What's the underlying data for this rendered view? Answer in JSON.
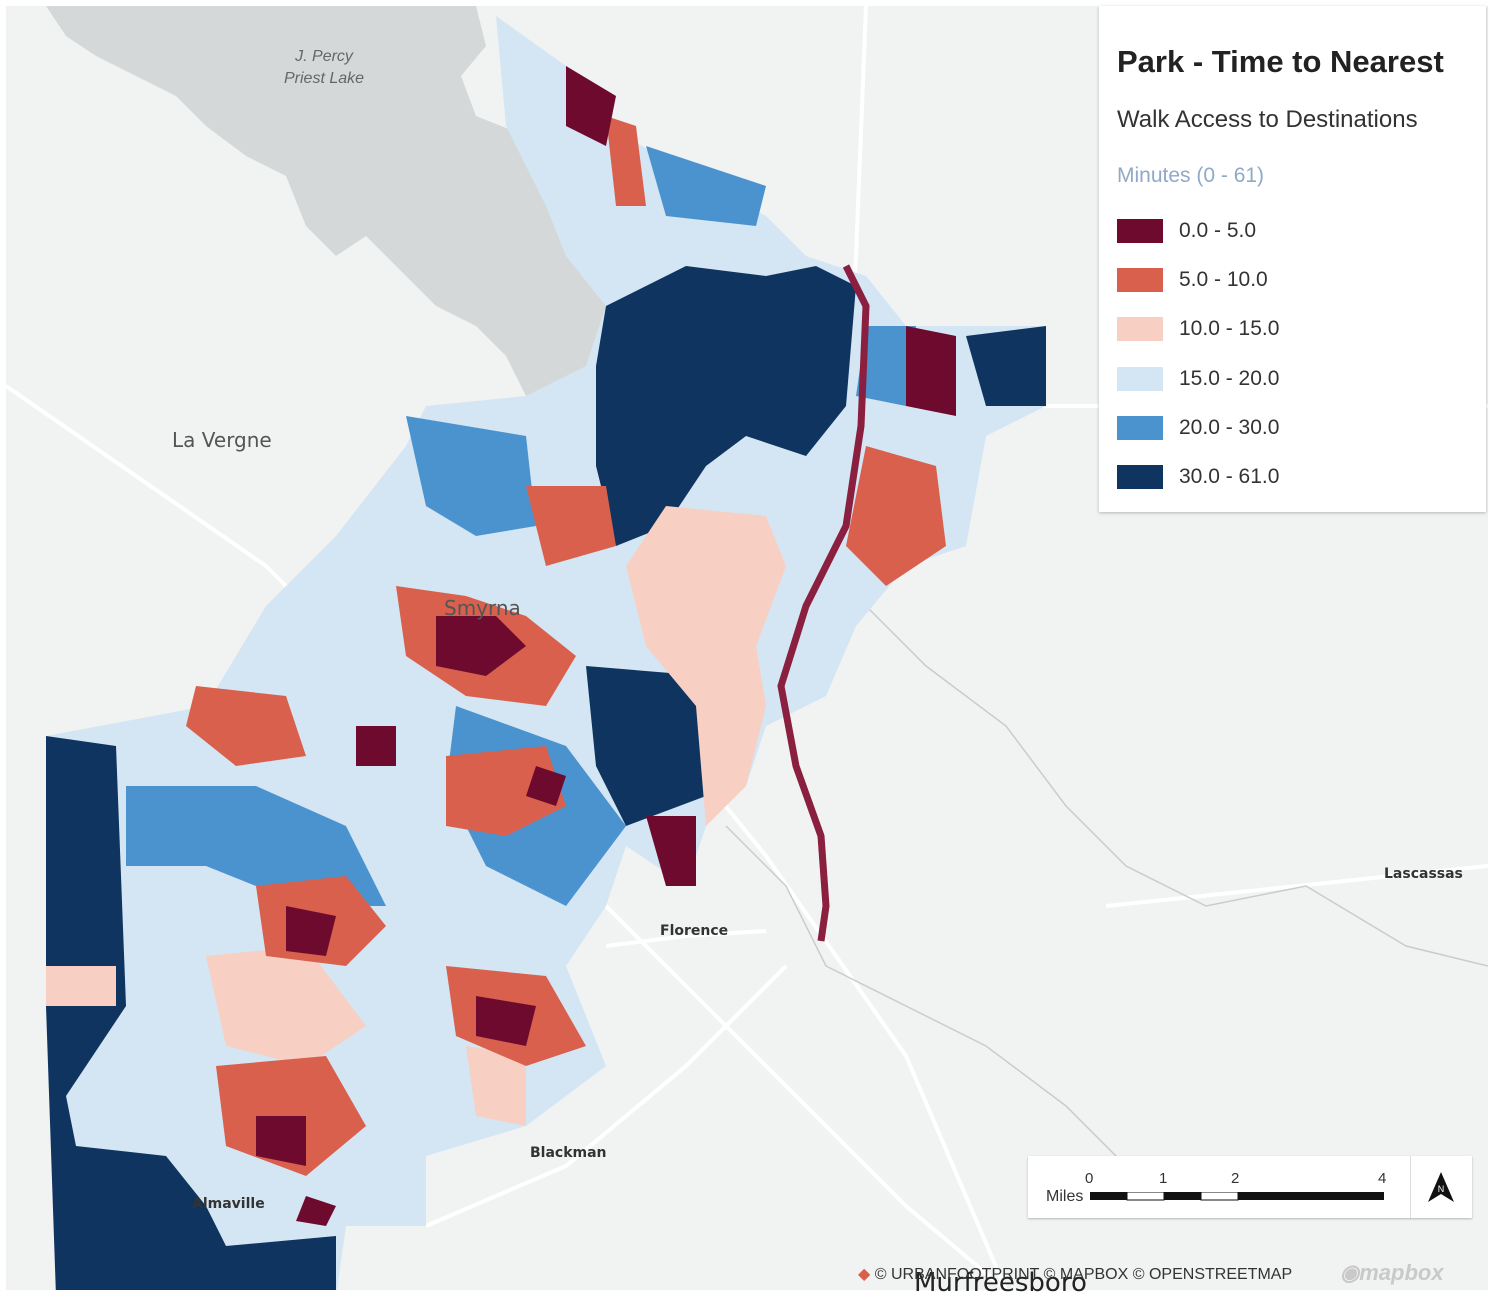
{
  "legend": {
    "title": "Park - Time to Nearest",
    "subtitle": "Walk Access to Destinations",
    "range_label": "Minutes (0 - 61)",
    "classes": [
      {
        "label": "0.0 - 5.0",
        "color": "#6e0a2e"
      },
      {
        "label": "5.0 - 10.0",
        "color": "#d9604d"
      },
      {
        "label": "10.0 - 15.0",
        "color": "#f7cfc3"
      },
      {
        "label": "15.0 - 20.0",
        "color": "#d4e6f3"
      },
      {
        "label": "20.0 - 30.0",
        "color": "#4b93cf"
      },
      {
        "label": "30.0 - 61.0",
        "color": "#0f3460"
      }
    ]
  },
  "places": {
    "lake": "J. Percy\nPriest Lake",
    "la_vergne": "La Vergne",
    "smyrna": "Smyrna",
    "florence": "Florence",
    "lascassas": "Lascassas",
    "blackman": "Blackman",
    "almaville": "Almaville",
    "murfreesboro": "Murfreesboro"
  },
  "scale": {
    "unit_label": "Miles",
    "ticks": [
      "0",
      "1",
      "2",
      "4"
    ]
  },
  "attribution": "© URBANFOOTPRINT © MAPBOX © OPENSTREETMAP",
  "logo_text": "mapbox"
}
